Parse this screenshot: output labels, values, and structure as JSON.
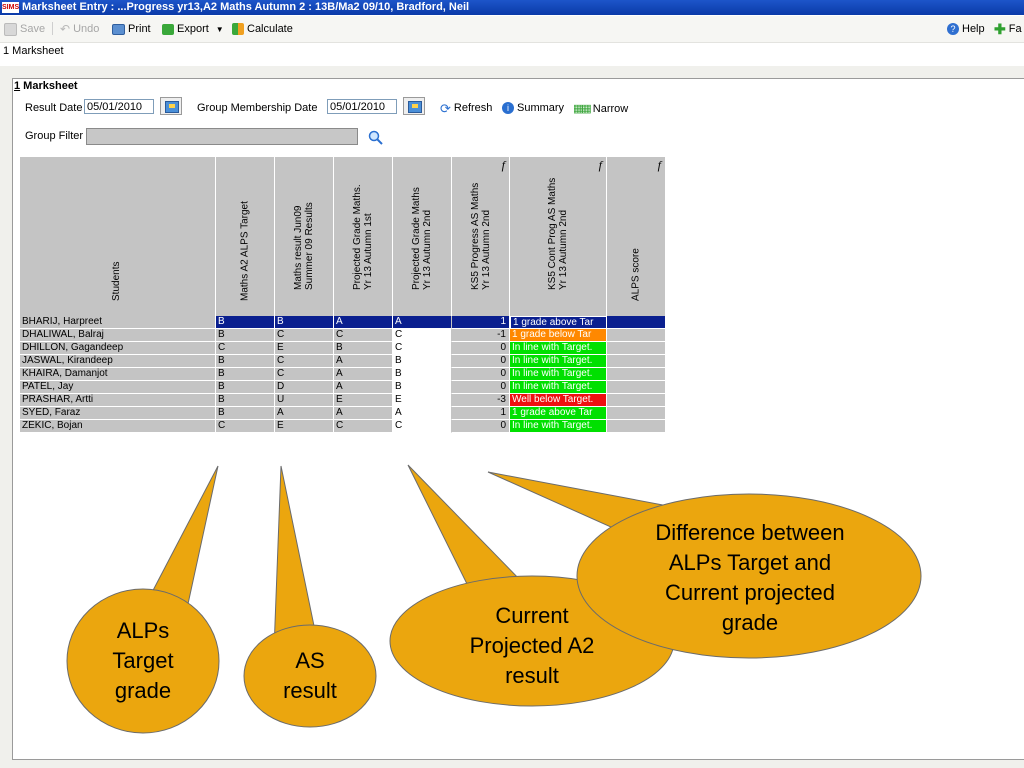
{
  "window": {
    "app_badge": "SIMS",
    "title": "Marksheet Entry : ...Progress yr13,A2 Maths Autumn 2 : 13B/Ma2 09/10, Bradford, Neil"
  },
  "toolbar": {
    "save": "Save",
    "undo": "Undo",
    "print": "Print",
    "export": "Export",
    "calculate": "Calculate",
    "help": "Help",
    "fav": "Fa"
  },
  "breadcrumb": "1 Marksheet",
  "panel": {
    "title_num": "1",
    "title": " Marksheet"
  },
  "controls": {
    "result_date_label": "Result Date",
    "result_date": "05/01/2010",
    "group_membership_label": "Group Membership Date",
    "group_membership_date": "05/01/2010",
    "refresh": "Refresh",
    "summary": "Summary",
    "narrow": "Narrow",
    "group_filter_label": "Group Filter"
  },
  "columns": {
    "students": "Students",
    "c1": "Maths A2 ALPS Target",
    "c2": "Maths result Jun09\nSummer 09 Results",
    "c3": "Projected Grade Maths.\nYr 13 Autumn 1st",
    "c4": "Projected Grade Maths\nYr 13 Autumn 2nd",
    "c5": "KS5 Progress AS Maths\nYr 13 Autumn 2nd",
    "c6": "KS5 Cont Prog AS Maths\nYr 13 Autumn 2nd",
    "c7": "ALPS score",
    "f": "f"
  },
  "rows": [
    {
      "name": "BHARIJ, Harpreet",
      "target": "B",
      "as": "B",
      "p1": "A",
      "p2": "A",
      "prog": "1",
      "cont": "1 grade above Tar",
      "status": "sel"
    },
    {
      "name": "DHALIWAL, Balraj",
      "target": "B",
      "as": "C",
      "p1": "C",
      "p2": "C",
      "prog": "-1",
      "cont": "1 grade below Tar",
      "status": "orange"
    },
    {
      "name": "DHILLON, Gagandeep",
      "target": "C",
      "as": "E",
      "p1": "B",
      "p2": "C",
      "prog": "0",
      "cont": "In line with Target.",
      "status": "green"
    },
    {
      "name": "JASWAL, Kirandeep",
      "target": "B",
      "as": "C",
      "p1": "A",
      "p2": "B",
      "prog": "0",
      "cont": "In line with Target.",
      "status": "green"
    },
    {
      "name": "KHAIRA, Damanjot",
      "target": "B",
      "as": "C",
      "p1": "A",
      "p2": "B",
      "prog": "0",
      "cont": "In line with Target.",
      "status": "green"
    },
    {
      "name": "PATEL, Jay",
      "target": "B",
      "as": "D",
      "p1": "A",
      "p2": "B",
      "prog": "0",
      "cont": "In line with Target.",
      "status": "green"
    },
    {
      "name": "PRASHAR, Artti",
      "target": "B",
      "as": "U",
      "p1": "E",
      "p2": "E",
      "prog": "-3",
      "cont": "Well below Target.",
      "status": "red"
    },
    {
      "name": "SYED, Faraz",
      "target": "B",
      "as": "A",
      "p1": "A",
      "p2": "A",
      "prog": "1",
      "cont": "1 grade above Tar",
      "status": "green"
    },
    {
      "name": "ZEKIC, Bojan",
      "target": "C",
      "as": "E",
      "p1": "C",
      "p2": "C",
      "prog": "0",
      "cont": "In line with Target.",
      "status": "green"
    }
  ],
  "callouts": {
    "alps_target": "ALPs\nTarget\ngrade",
    "as_result": "AS\nresult",
    "current_projected": "Current\nProjected A2\nresult",
    "difference": "Difference between\nALPs Target and\nCurrent projected\ngrade"
  },
  "colors": {
    "callout_fill": "#eba60e",
    "title_blue": "#0a3aa8",
    "selected_row": "#0a1f8f",
    "green": "#00e000",
    "orange": "#ff8800",
    "red": "#ee1010"
  }
}
